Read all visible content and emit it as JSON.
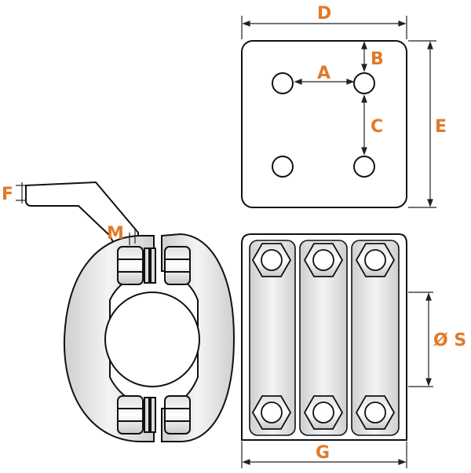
{
  "colors": {
    "line": "#111111",
    "fill": "#ffffff",
    "shade": "#d9d9d9",
    "dim": "#222222",
    "label": "#e07a2a"
  },
  "labels": {
    "A": "A",
    "B": "B",
    "C": "C",
    "D": "D",
    "E": "E",
    "F": "F",
    "G": "G",
    "M": "M",
    "S": "Ø S"
  }
}
